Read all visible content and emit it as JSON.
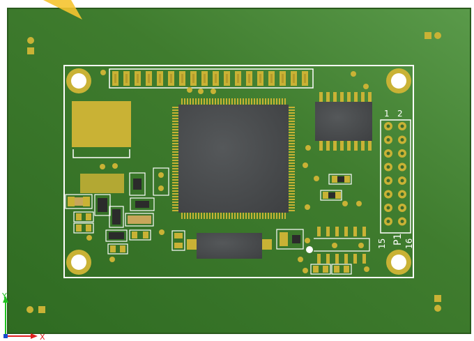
{
  "colors": {
    "board": "#3e7a2c",
    "board_edge": "#2d5e1f",
    "silk": "#ffffff",
    "copper": "#c9b235",
    "chip": "#4b4d4f",
    "axis_y": "#1ec21e",
    "axis_x": "#e02020"
  },
  "connector": {
    "ref": "P1",
    "pin_1": "1",
    "pin_2": "2",
    "pin_15": "15",
    "pin_16": "16"
  },
  "axes": {
    "y_label": "Y",
    "x_label": "X"
  }
}
